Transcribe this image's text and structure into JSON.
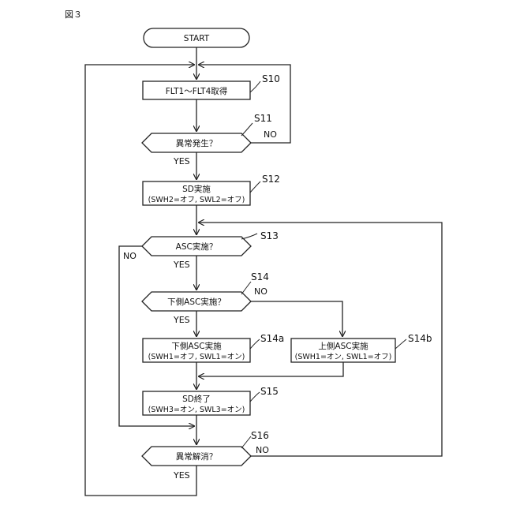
{
  "figure_label": "図３",
  "start": "START",
  "steps": {
    "s10": {
      "id": "S10",
      "text": "FLT1～FLT4取得"
    },
    "s11": {
      "id": "S11",
      "text": "異常発生？",
      "yes": "YES",
      "no": "NO"
    },
    "s12": {
      "id": "S12",
      "line1": "SD実施",
      "line2": "(SWH2=オフ, SWL2=オフ)"
    },
    "s13": {
      "id": "S13",
      "text": "ASC実施？",
      "yes": "YES",
      "no": "NO"
    },
    "s14": {
      "id": "S14",
      "text": "下側ASC実施？",
      "yes": "YES",
      "no": "NO"
    },
    "s14a": {
      "id": "S14a",
      "line1": "下側ASC実施",
      "line2": "(SWH1=オフ, SWL1=オン)"
    },
    "s14b": {
      "id": "S14b",
      "line1": "上側ASC実施",
      "line2": "(SWH1=オン, SWL1=オフ)"
    },
    "s15": {
      "id": "S15",
      "line1": "SD終了",
      "line2": "(SWH3=オン, SWL3=オン)"
    },
    "s16": {
      "id": "S16",
      "text": "異常解消？",
      "yes": "YES",
      "no": "NO"
    }
  }
}
